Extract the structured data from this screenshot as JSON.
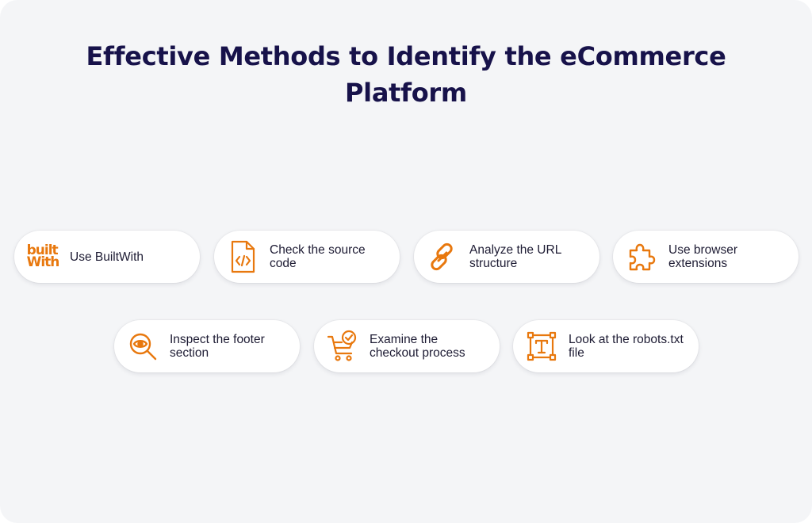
{
  "title": {
    "line1": "Effective Methods to Identify the eCommerce",
    "line2": "Platform"
  },
  "accent_color": "#e8780e",
  "methods": [
    {
      "label": "Use BuiltWith",
      "icon": "builtwith-logo",
      "logo_text": [
        "built",
        "With"
      ]
    },
    {
      "label": "Check the source code",
      "icon": "code-file-icon"
    },
    {
      "label": "Analyze the URL structure",
      "icon": "link-icon"
    },
    {
      "label": "Use browser extensions",
      "icon": "puzzle-icon"
    },
    {
      "label": "Inspect the footer section",
      "icon": "magnifier-eye-icon"
    },
    {
      "label": "Examine the checkout process",
      "icon": "cart-check-icon"
    },
    {
      "label": "Look at the robots.txt file",
      "icon": "text-box-icon"
    }
  ]
}
